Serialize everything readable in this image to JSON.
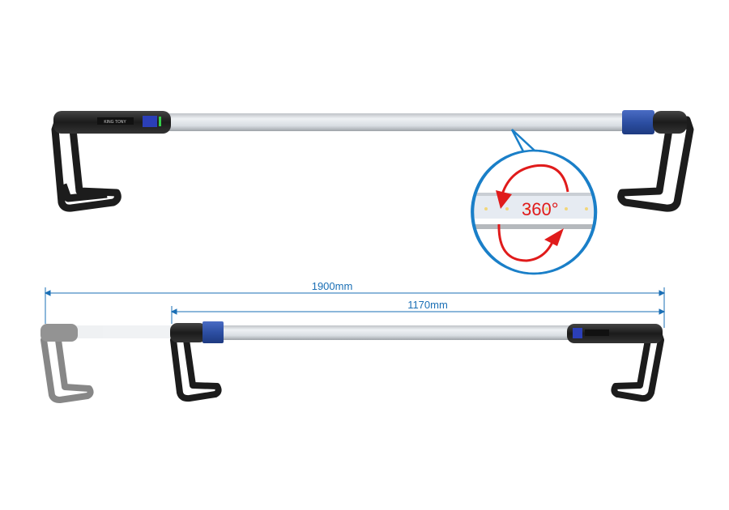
{
  "callout": {
    "rotation_label": "360°"
  },
  "dimensions": {
    "extended": "1900mm",
    "retracted": "1170mm"
  },
  "colors": {
    "accent_blue": "#2d4fa3",
    "dimension_blue": "#1a6fb5",
    "arrow_red": "#e01b1b",
    "body_dark": "#1e1e1e"
  }
}
